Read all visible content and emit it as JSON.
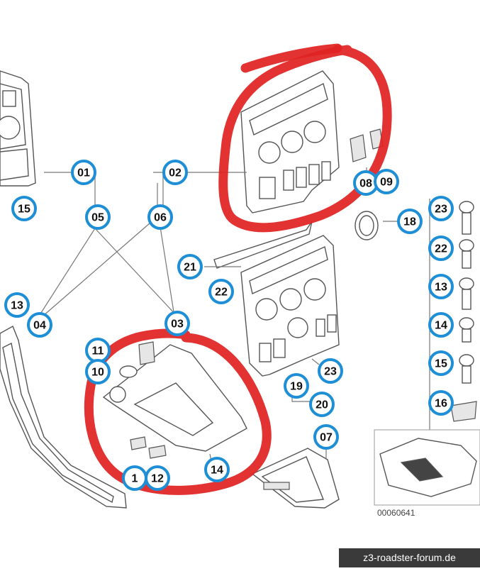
{
  "diagram": {
    "reference_code": "00060641",
    "watermark": "z3-roadster-forum.de",
    "markers": [
      {
        "id": "m01",
        "label": "01"
      },
      {
        "id": "m02",
        "label": "02"
      },
      {
        "id": "m15a",
        "label": "15"
      },
      {
        "id": "m05",
        "label": "05"
      },
      {
        "id": "m06",
        "label": "06"
      },
      {
        "id": "m08",
        "label": "08"
      },
      {
        "id": "m09",
        "label": "09"
      },
      {
        "id": "m18",
        "label": "18"
      },
      {
        "id": "m23a",
        "label": "23"
      },
      {
        "id": "m22a",
        "label": "22"
      },
      {
        "id": "m21",
        "label": "21"
      },
      {
        "id": "m22b",
        "label": "22"
      },
      {
        "id": "m13a",
        "label": "13"
      },
      {
        "id": "m13b",
        "label": "13"
      },
      {
        "id": "m04",
        "label": "04"
      },
      {
        "id": "m03",
        "label": "03"
      },
      {
        "id": "m14a",
        "label": "14"
      },
      {
        "id": "m11",
        "label": "11"
      },
      {
        "id": "m10",
        "label": "10"
      },
      {
        "id": "m23b",
        "label": "23"
      },
      {
        "id": "m19",
        "label": "19"
      },
      {
        "id": "m20",
        "label": "20"
      },
      {
        "id": "m15b",
        "label": "15"
      },
      {
        "id": "m16",
        "label": "16"
      },
      {
        "id": "m07",
        "label": "07"
      },
      {
        "id": "m14b",
        "label": "14"
      },
      {
        "id": "m01b",
        "label": "1"
      },
      {
        "id": "m12",
        "label": "12"
      }
    ]
  },
  "colors": {
    "marker_ring": "#1e8fd6",
    "annotation": "#e02222",
    "watermark_bg": "#3a3a3a"
  }
}
